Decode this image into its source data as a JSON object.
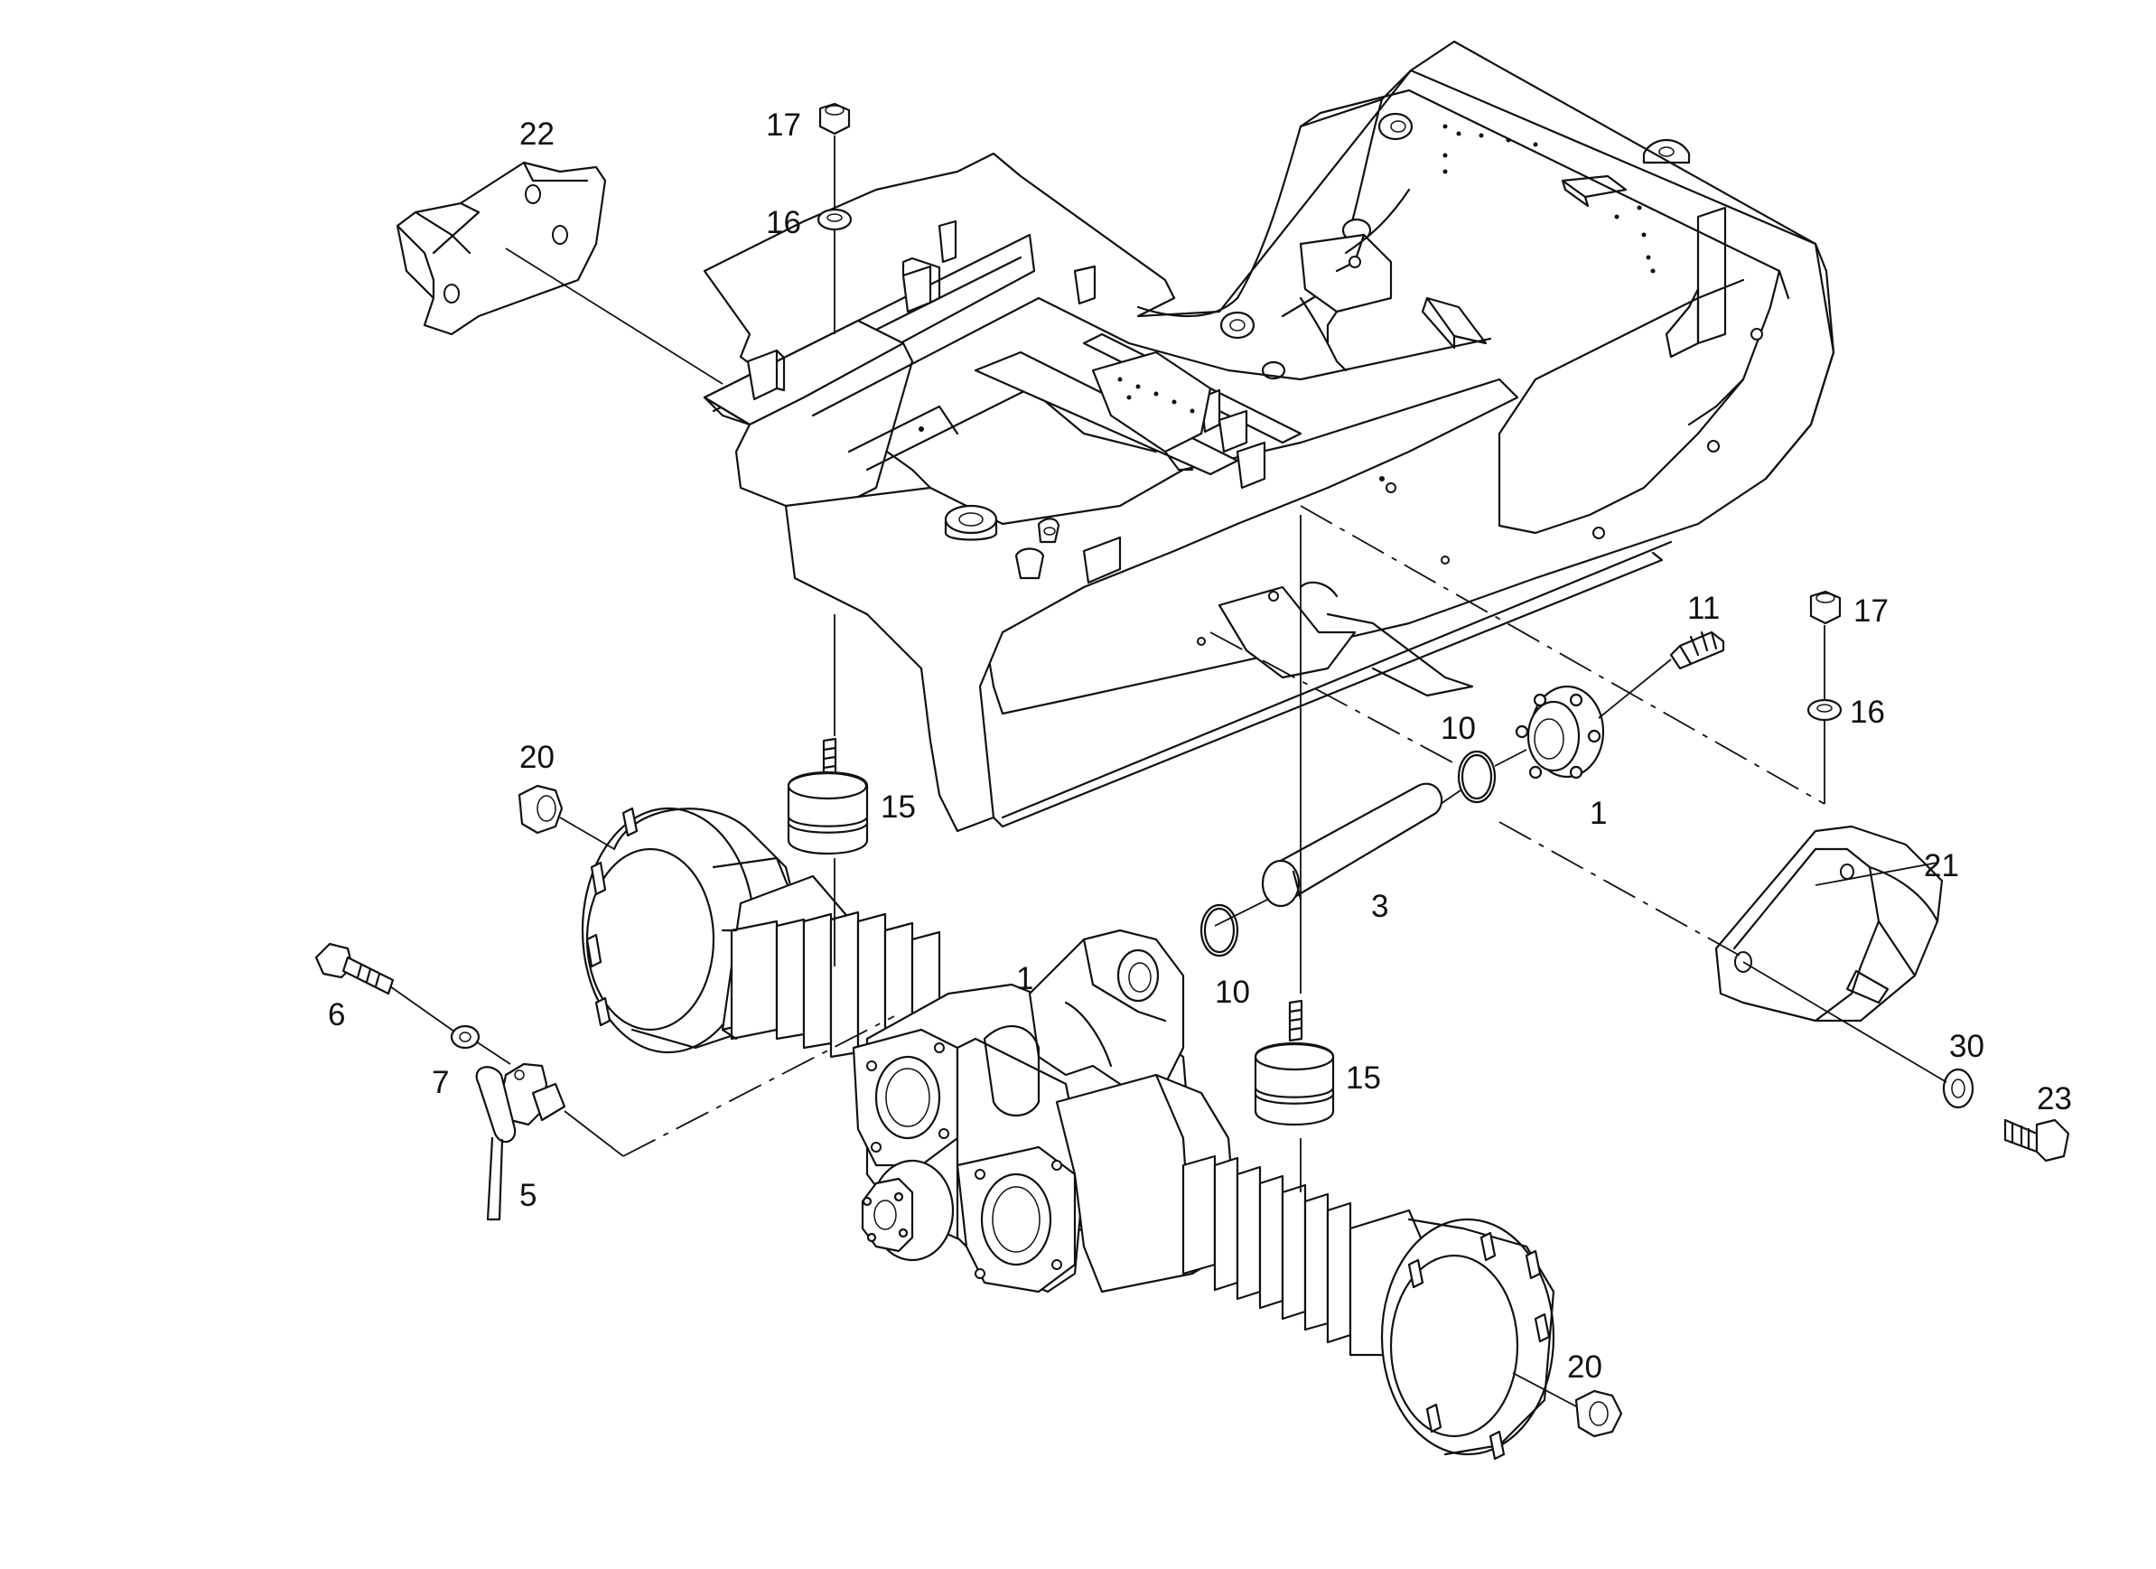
{
  "callouts": [
    {
      "id": "c22",
      "label": "22"
    },
    {
      "id": "c17a",
      "label": "17"
    },
    {
      "id": "c16a",
      "label": "16"
    },
    {
      "id": "c11",
      "label": "11"
    },
    {
      "id": "c17b",
      "label": "17"
    },
    {
      "id": "c16b",
      "label": "16"
    },
    {
      "id": "c10a",
      "label": "10"
    },
    {
      "id": "c1a",
      "label": "1"
    },
    {
      "id": "c21",
      "label": "21"
    },
    {
      "id": "c20a",
      "label": "20"
    },
    {
      "id": "c15a",
      "label": "15"
    },
    {
      "id": "c3",
      "label": "3"
    },
    {
      "id": "c1b",
      "label": "1"
    },
    {
      "id": "c10b",
      "label": "10"
    },
    {
      "id": "c6",
      "label": "6"
    },
    {
      "id": "c7",
      "label": "7"
    },
    {
      "id": "c5",
      "label": "5"
    },
    {
      "id": "c15b",
      "label": "15"
    },
    {
      "id": "c30",
      "label": "30"
    },
    {
      "id": "c23",
      "label": "23"
    },
    {
      "id": "c20b",
      "label": "20"
    }
  ]
}
